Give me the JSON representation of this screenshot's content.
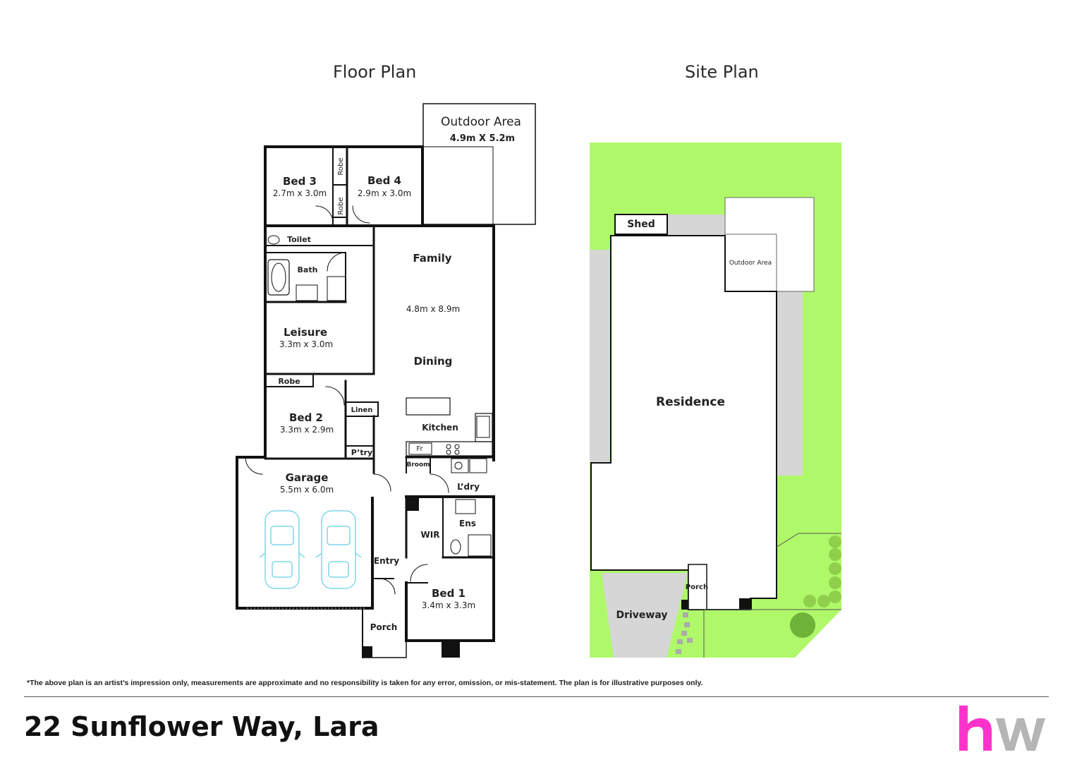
{
  "headings": {
    "floor_plan": "Floor Plan",
    "site_plan": "Site Plan"
  },
  "floor_plan": {
    "outdoor_area": {
      "name": "Outdoor Area",
      "dims": "4.9m X 5.2m"
    },
    "bed3": {
      "name": "Bed 3",
      "dims": "2.7m x 3.0m"
    },
    "bed4": {
      "name": "Bed 4",
      "dims": "2.9m x 3.0m"
    },
    "robe_top1": "Robe",
    "robe_top2": "Robe",
    "toilet": "Toilet",
    "bath": "Bath",
    "family": {
      "name": "Family",
      "dims": "4.8m x 8.9m"
    },
    "dining": "Dining",
    "leisure": {
      "name": "Leisure",
      "dims": "3.3m x 3.0m"
    },
    "robe_bed2": "Robe",
    "bed2": {
      "name": "Bed 2",
      "dims": "3.3m x 2.9m"
    },
    "linen": "Linen",
    "pantry": "P’try",
    "kitchen": "Kitchen",
    "fridge": "Fr",
    "broom": "Broom",
    "laundry": "L’dry",
    "garage": {
      "name": "Garage",
      "dims": "5.5m x 6.0m"
    },
    "wir": "WIR",
    "ensuite": "Ens",
    "entry": "Entry",
    "bed1": {
      "name": "Bed 1",
      "dims": "3.4m x 3.3m"
    },
    "porch": "Porch"
  },
  "site_plan": {
    "shed": "Shed",
    "outdoor_area": "Outdoor Area",
    "residence": "Residence",
    "porch": "Porch",
    "driveway": "Driveway"
  },
  "colors": {
    "lawn": "#aef86a",
    "paving": "#d6d6d6",
    "wall": "#111111",
    "car": "#7fd6e8",
    "logo_pink": "#ff33cc",
    "logo_grey": "#b5b5b5"
  },
  "disclaimer": "*The above plan is an artist’s impression only, measurements are approximate and no responsibility is taken for any error, omission, or mis-statement. The plan is for illustrative purposes only.",
  "address": "22 Sunflower Way, Lara",
  "logo": {
    "letters": "hw"
  }
}
